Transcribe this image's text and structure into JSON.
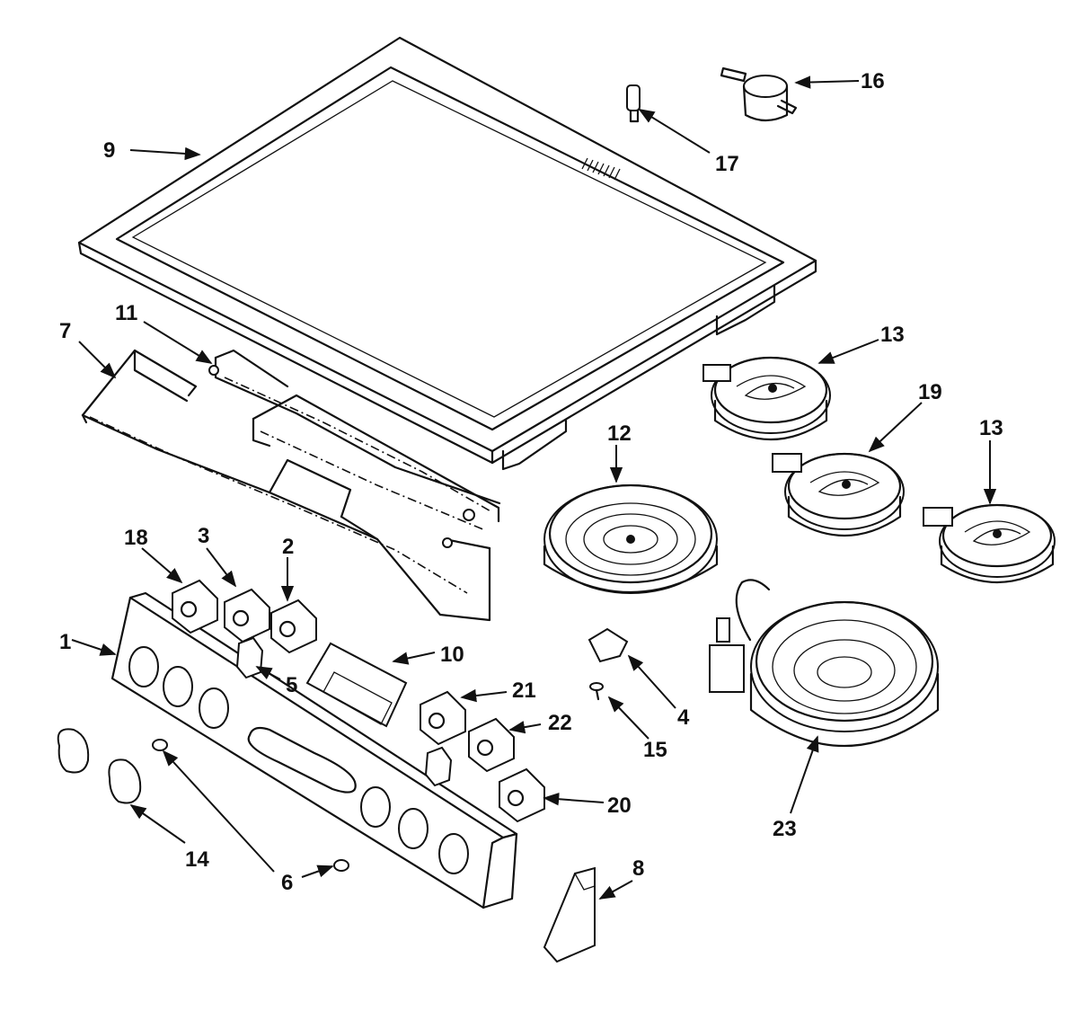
{
  "callouts": {
    "c1": "1",
    "c2": "2",
    "c3": "3",
    "c4": "4",
    "c5": "5",
    "c6": "6",
    "c7": "7",
    "c8": "8",
    "c9": "9",
    "c10": "10",
    "c11": "11",
    "c12": "12",
    "c13a": "13",
    "c13b": "13",
    "c14": "14",
    "c15": "15",
    "c16": "16",
    "c17": "17",
    "c18": "18",
    "c19": "19",
    "c20": "20",
    "c21": "21",
    "c22": "22",
    "c23": "23"
  }
}
